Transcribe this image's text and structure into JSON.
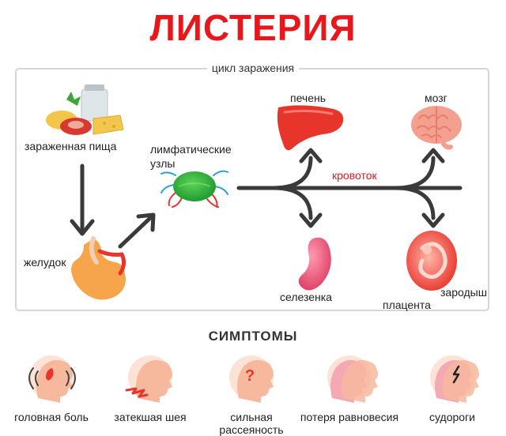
{
  "title": "ЛИСТЕРИЯ",
  "cycle": {
    "label": "цикл заражения",
    "food": "зараженная пища",
    "stomach": "желудок",
    "lymph": "лимфатические узлы",
    "liver": "печень",
    "brain": "мозг",
    "bloodstream": "кровоток",
    "spleen": "селезенка",
    "placenta": "плацента",
    "fetus": "зародыш"
  },
  "symptoms": {
    "title": "СИМПТОМЫ",
    "items": [
      {
        "label": "головная боль",
        "icon": "headache-icon"
      },
      {
        "label": "затекшая шея",
        "icon": "stiff-neck-icon"
      },
      {
        "label": "сильная рассеяность",
        "icon": "confusion-icon"
      },
      {
        "label": "потеря равновесия",
        "icon": "balance-loss-icon"
      },
      {
        "label": "судороги",
        "icon": "seizure-icon"
      }
    ]
  },
  "colors": {
    "title": "#e8171c",
    "arrow": "#3a3a3a",
    "organ_red": "#e8352c",
    "skin": "#f7b99e"
  }
}
